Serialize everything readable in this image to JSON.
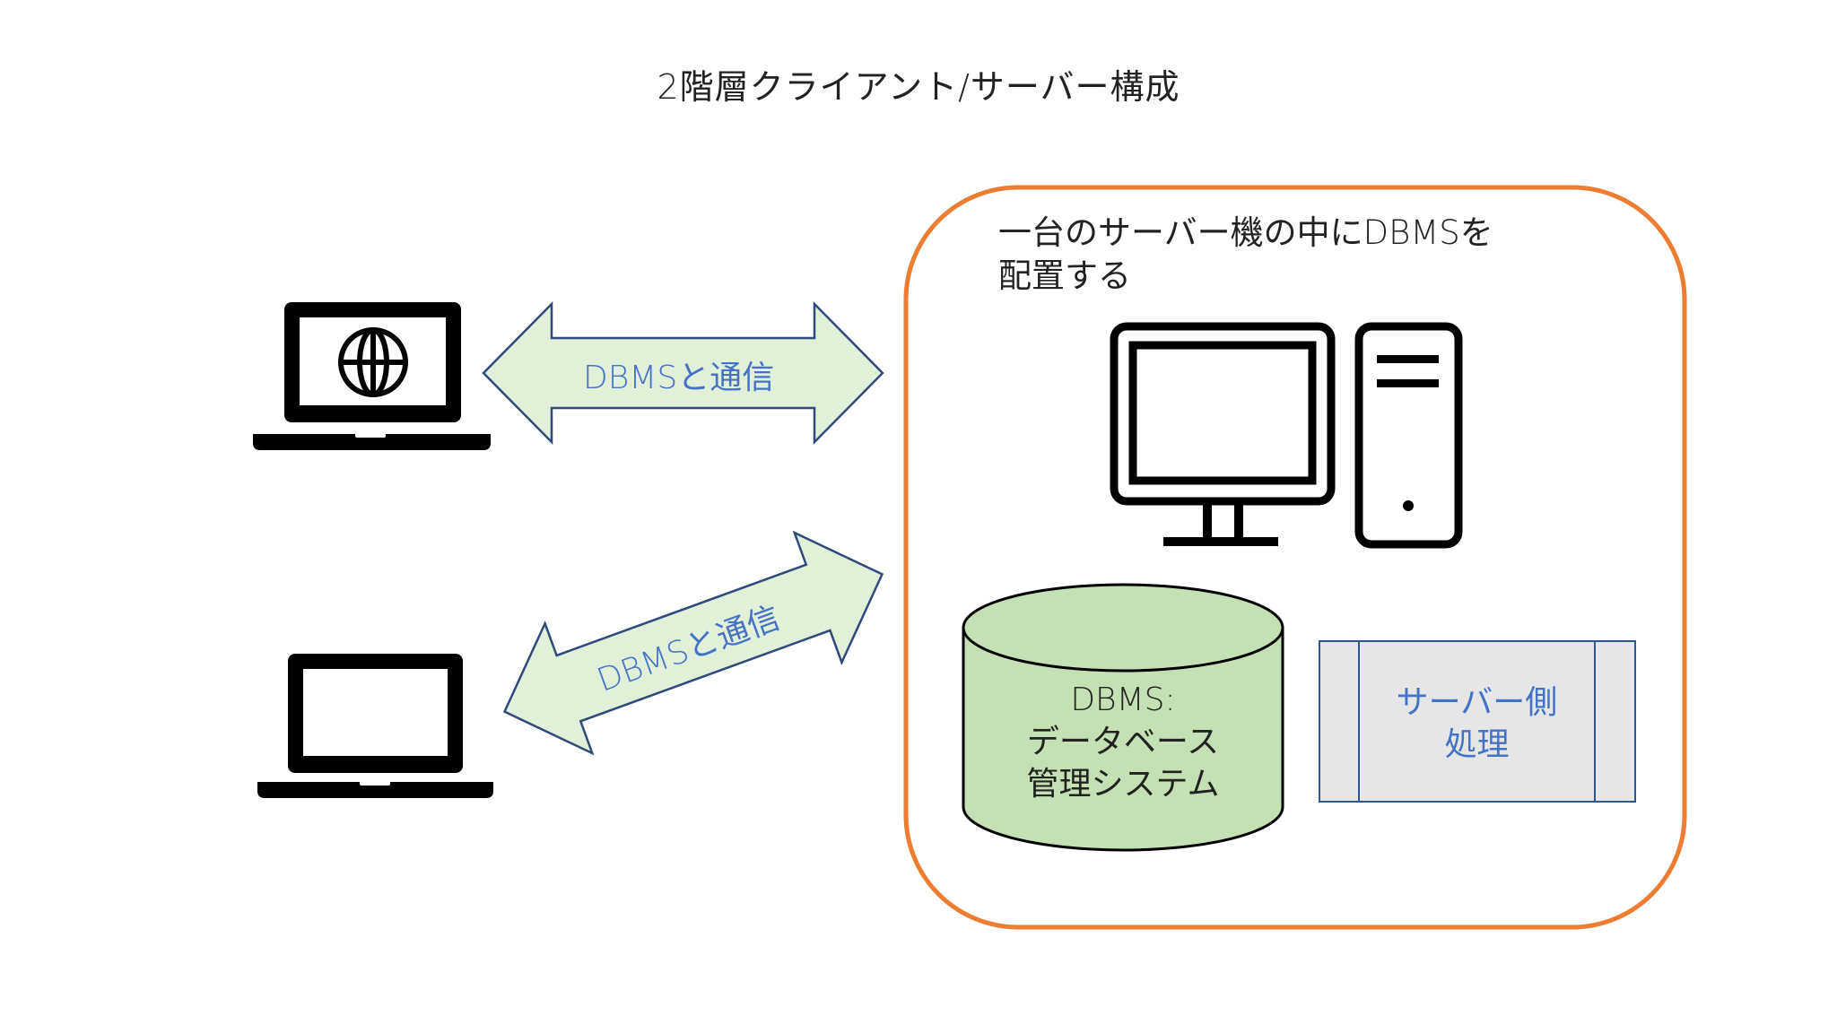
{
  "title": "2階層クライアント/サーバー構成",
  "colors": {
    "server_box_border": "#ED7D31",
    "arrow_fill": "#E2EFD9",
    "arrow_border": "#2F4A7A",
    "arrow_text": "#4472C4",
    "db_fill": "#C5E0B4",
    "process_fill": "#E7E6E6",
    "process_border": "#2F5597",
    "icon": "#000000"
  },
  "clients": [
    {
      "name": "client-laptop-browser",
      "icon": "laptop-globe-icon"
    },
    {
      "name": "client-laptop",
      "icon": "laptop-icon"
    }
  ],
  "arrows": [
    {
      "label": "DBMSと通信",
      "direction": "bidirectional"
    },
    {
      "label": "DBMSと通信",
      "direction": "bidirectional"
    }
  ],
  "server": {
    "caption_line1": "一台のサーバー機の中にDBMSを",
    "caption_line2": "配置する",
    "icon": "desktop-computer-icon",
    "database": {
      "label_line1": "DBMS:",
      "label_line2": "データベース",
      "label_line3": "管理システム"
    },
    "process": {
      "label_line1": "サーバー側",
      "label_line2": "処理"
    }
  }
}
